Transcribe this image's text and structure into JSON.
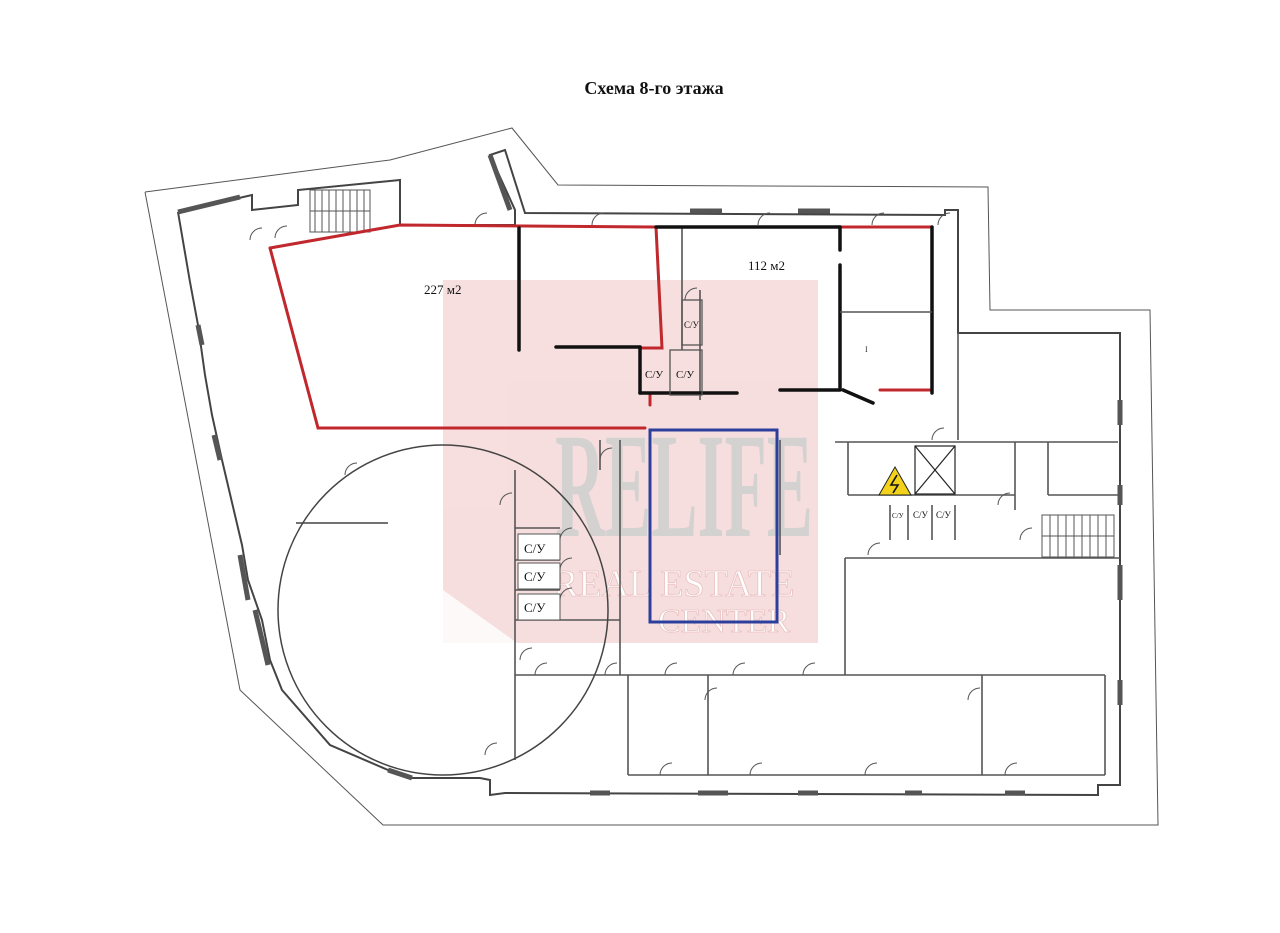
{
  "title": "Схема 8-го этажа",
  "areas": {
    "red_zone": "227 м2",
    "black_zone": "112 м2"
  },
  "room_labels": {
    "wc": "С/У",
    "small_room_mark": "I"
  },
  "watermark": {
    "brand": "RELIFE",
    "tagline_1": "REAL ESTATE",
    "tagline_2": "CENTER"
  },
  "colors": {
    "red_outline": "#c0282d",
    "black_outline": "#111111",
    "blue_outline": "#2c3f9c",
    "watermark_fill": "#f3cfcf",
    "hazard": "#f2d21b"
  },
  "icons": {
    "electrical_panel": "high-voltage-warning-icon",
    "elevator_shaft": "elevator-cross-icon"
  }
}
